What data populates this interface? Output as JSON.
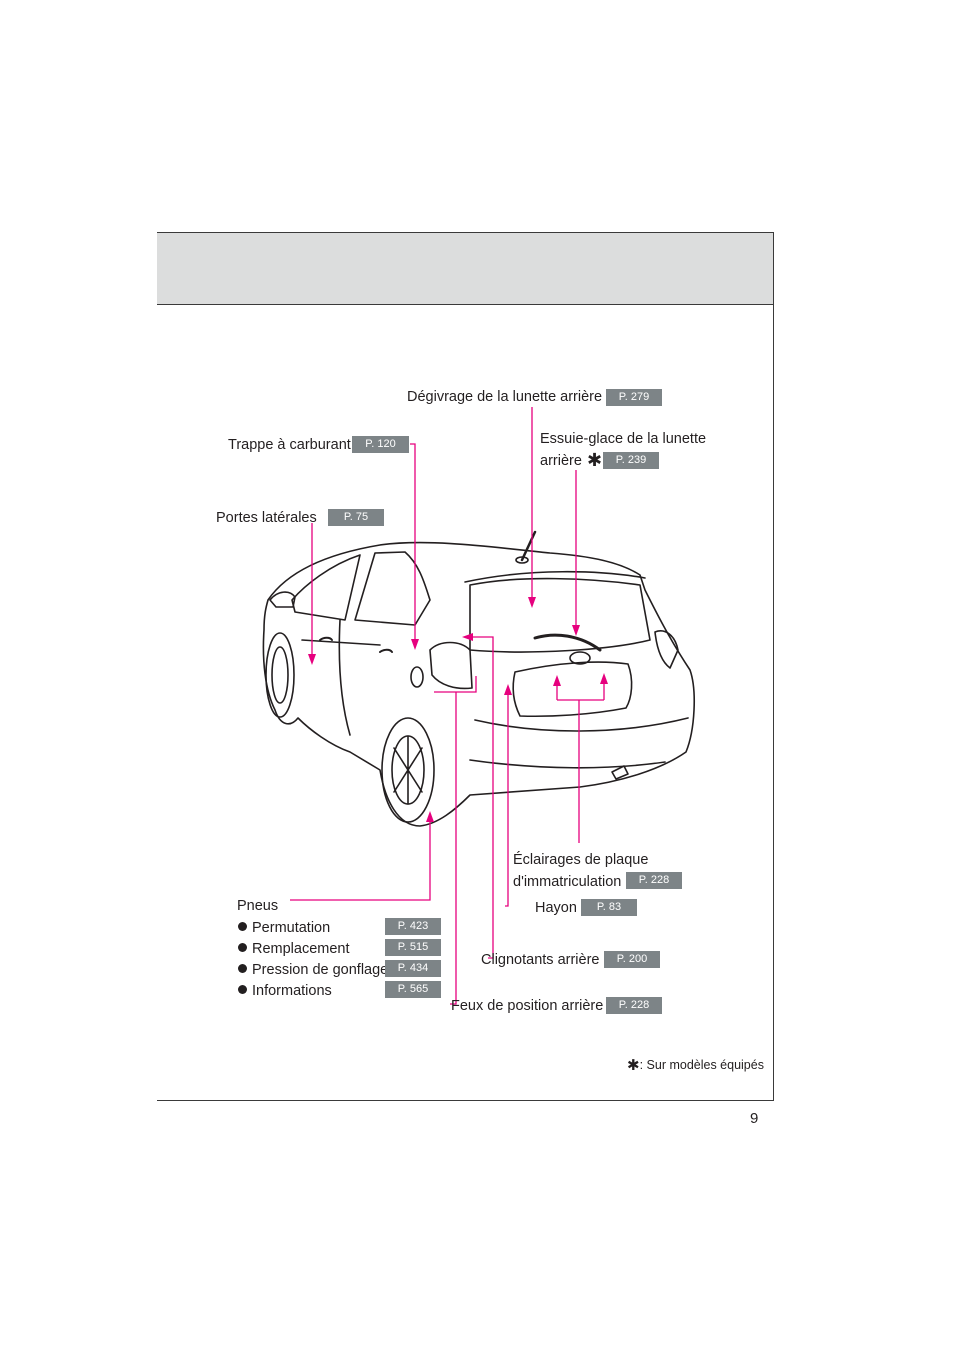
{
  "page_number": "9",
  "callouts": {
    "defrost": {
      "label": "Dégivrage de la lunette arrière",
      "page": "P. 279"
    },
    "fuel_door": {
      "label": "Trappe à carburant",
      "page": "P. 120"
    },
    "rear_wiper": {
      "label_line1": "Essuie-glace de la lunette",
      "label_line2": "arrière",
      "page": "P. 239"
    },
    "side_doors": {
      "label": "Portes latérales",
      "page": "P. 75"
    },
    "license_lights": {
      "label_line1": "Éclairages de plaque",
      "label_line2": "d'immatriculation",
      "page": "P. 228"
    },
    "hatch": {
      "label": "Hayon",
      "page": "P. 83"
    },
    "rear_turn_signals": {
      "label": "Clignotants arrière",
      "page": "P. 200"
    },
    "tail_lights": {
      "label": "Feux de position arrière",
      "page": "P. 228"
    },
    "tires": {
      "label": "Pneus",
      "items": [
        {
          "label": "Permutation",
          "page": "P. 423"
        },
        {
          "label": "Remplacement",
          "page": "P. 515"
        },
        {
          "label": "Pression de gonflage",
          "page": "P. 434"
        },
        {
          "label": "Informations",
          "page": "P. 565"
        }
      ]
    }
  },
  "footnote": {
    "symbol": "✱",
    "text": ": Sur modèles équipés"
  },
  "colors": {
    "leader": "#e6007e",
    "badge": "#7d8487",
    "header_band": "#dcdddd",
    "ink": "#231f20"
  }
}
